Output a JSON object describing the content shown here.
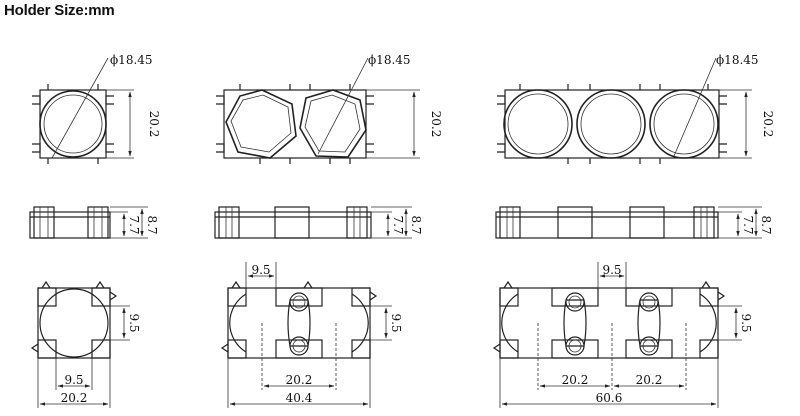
{
  "header": {
    "title": "Holder Size:mm"
  },
  "labels": {
    "diameter": "ϕ18.45",
    "width": "20.2",
    "h_inner": "7.7",
    "h_outer": "8.7",
    "peg": "9.5",
    "pitch": "20.2",
    "len_1": "20.2",
    "len_2": "40.4",
    "len_3": "60.6"
  }
}
